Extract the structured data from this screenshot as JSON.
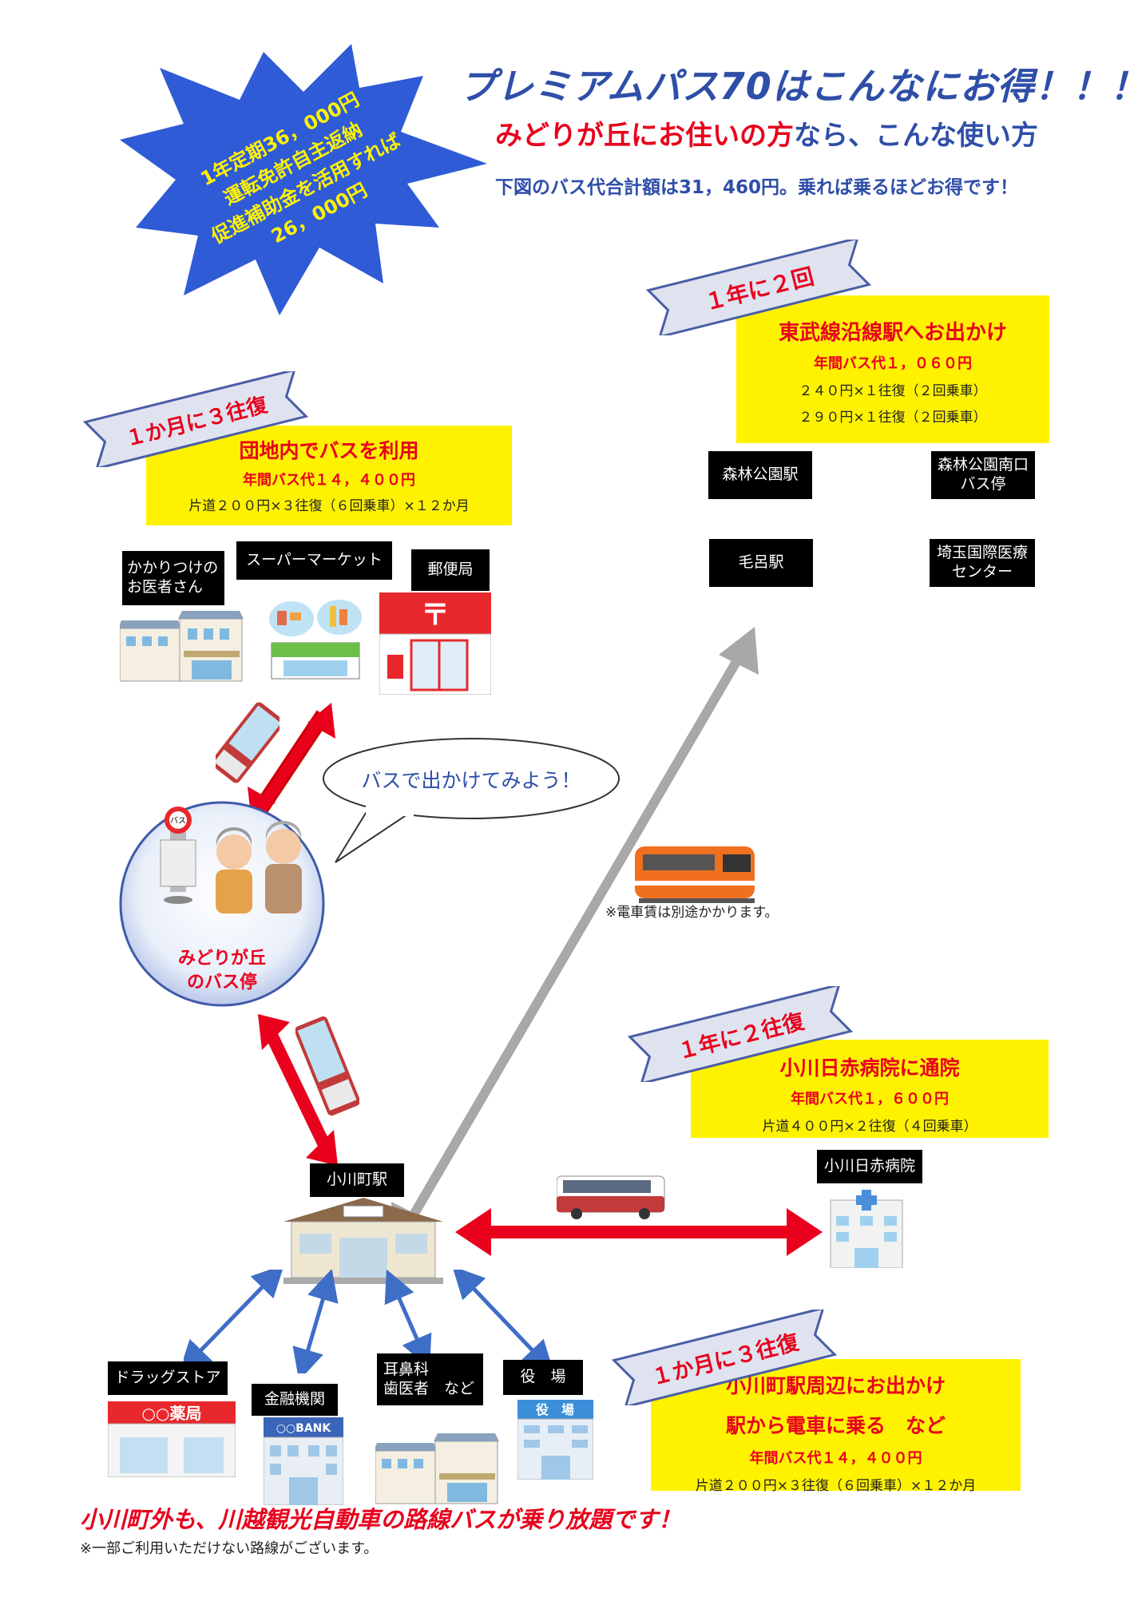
{
  "header": {
    "title": "プレミアムパス70はこんなにお得！！！",
    "sub1_red": "みどりが丘にお住いの方",
    "sub1_blue": "なら、こんな使い方",
    "sub2": "下図のバス代合計額は31，460円。乗れば乗るほどお得です！"
  },
  "star": {
    "line1": "1年定期36，000円",
    "line2": "運転免許自主返納",
    "line3": "促進補助金を活用すれば",
    "line4": "26，000円"
  },
  "sections": {
    "danchi": {
      "ribbon": "１か月に３往復",
      "heading": "団地内でバスを利用",
      "price": "年間バス代１４，４００円",
      "detail1": "片道２００円×３往復（６回乗車）×１２か月"
    },
    "tobu": {
      "ribbon": "１年に２回",
      "heading": "東武線沿線駅へお出かけ",
      "price": "年間バス代１，０６０円",
      "detail1": "２４０円×１往復（２回乗車）",
      "detail2": "２９０円×１往復（２回乗車）"
    },
    "hospital": {
      "ribbon": "１年に２往復",
      "heading": "小川日赤病院に通院",
      "price": "年間バス代１，６００円",
      "detail1": "片道４００円×２往復（４回乗車）"
    },
    "station_area": {
      "ribbon": "１か月に３往復",
      "heading": "小川町駅周辺にお出かけ",
      "heading2": "駅から電車に乗る　など",
      "price": "年間バス代１４，４００円",
      "detail1": "片道２００円×３往復（６回乗車）×１２か月"
    }
  },
  "labels": {
    "clinic": "かかりつけの\nお医者さん",
    "supermarket": "スーパーマーケット",
    "post_office": "郵便局",
    "shinrin_station": "森林公園駅",
    "shinrin_south": "森林公園南口\nバス停",
    "moro_station": "毛呂駅",
    "saitama_center": "埼玉国際医療\nセンター",
    "ogawa_station": "小川町駅",
    "ogawa_hospital": "小川日赤病院",
    "drugstore": "ドラッグストア",
    "bank": "金融機関",
    "ent": "耳鼻科\n歯医者　など",
    "town_office": "役　場"
  },
  "bubble": "バスで出かけてみよう！",
  "busstop": {
    "label": "みどりが丘\nのバス停",
    "sign": "バス"
  },
  "train_note": "※電車賃は別途かかります。",
  "building_text": {
    "pharmacy": "○○薬局",
    "bank_sign": "○○BANK",
    "town_office_sign": "役　場"
  },
  "footer": {
    "line1": "小川町外も、川越観光自動車の路線バスが乗り放題です！",
    "line2": "※一部ご利用いただけない路線がございます。"
  },
  "colors": {
    "title_blue": "#2e4ea8",
    "red": "#e8001c",
    "yellow": "#fff200",
    "ribbon": "#dfe3f0",
    "star": "#2f5bd6"
  }
}
